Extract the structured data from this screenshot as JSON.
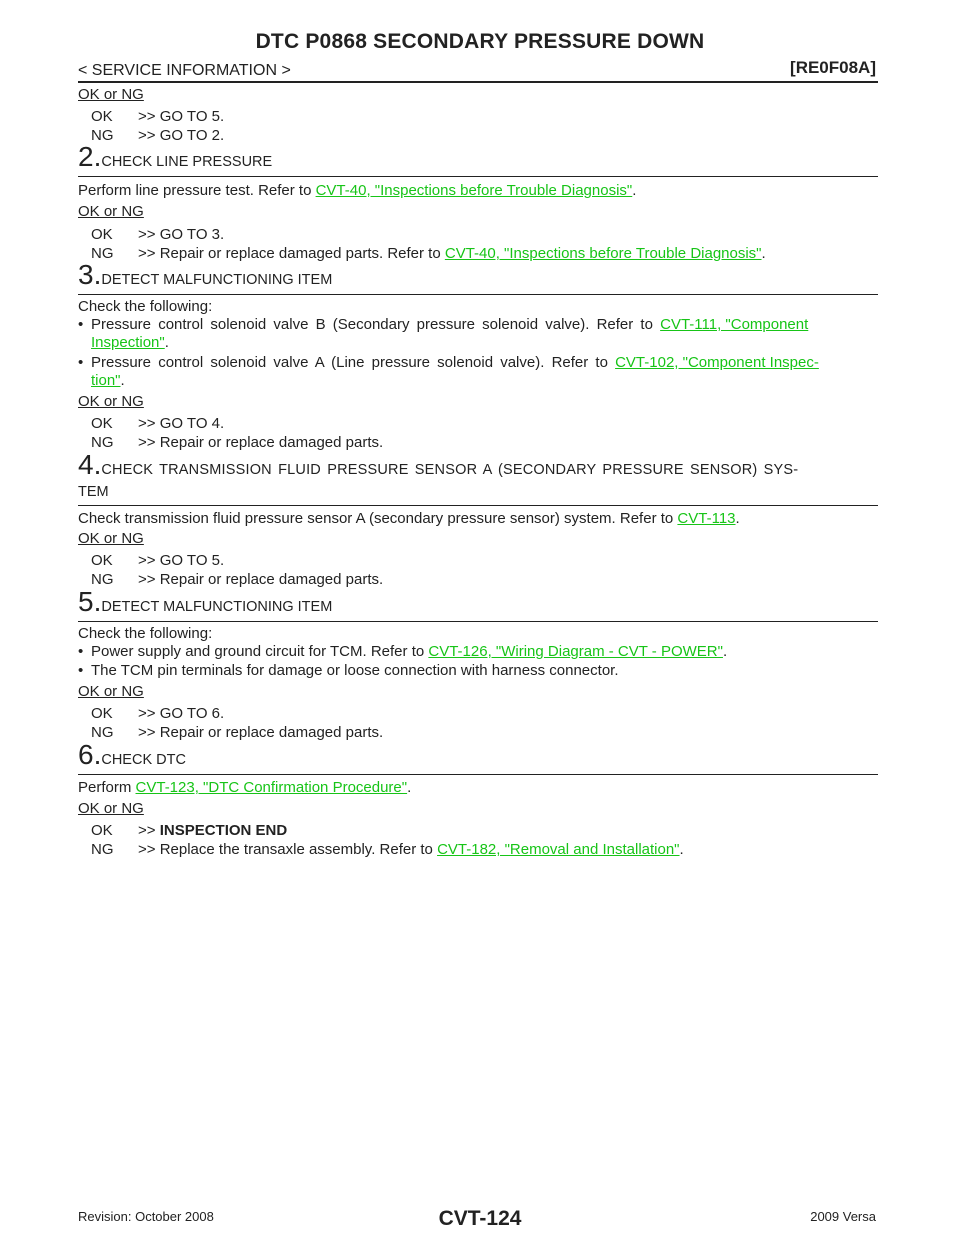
{
  "header": {
    "title": "DTC P0868 SECONDARY PRESSURE DOWN",
    "section": "< SERVICE INFORMATION >",
    "code": "[RE0F08A]"
  },
  "okng_label": "OK or NG",
  "arrow": ">>",
  "top": {
    "ok_key": "OK",
    "ok_text": "GO TO 5.",
    "ng_key": "NG",
    "ng_text": "GO TO 2."
  },
  "step2": {
    "num": "2.",
    "title": "CHECK LINE PRESSURE",
    "text_pre": "Perform line pressure test. Refer to ",
    "link": "CVT-40, \"Inspections before Trouble Diagnosis\"",
    "text_post": ".",
    "ok_key": "OK",
    "ok_text": "GO TO 3.",
    "ng_key": "NG",
    "ng_text_pre": "Repair or replace damaged parts. Refer to ",
    "ng_link": "CVT-40, \"Inspections before Trouble Diagnosis\"",
    "ng_text_post": "."
  },
  "step3": {
    "num": "3.",
    "title": "DETECT MALFUNCTIONING ITEM",
    "intro": "Check the following:",
    "b1_text": "Pressure control solenoid valve B (Secondary pressure solenoid valve). Refer to ",
    "b1_link_a": "CVT-111, \"Component",
    "b1_link_b": "Inspection\"",
    "b2_text": "Pressure control solenoid valve A (Line pressure solenoid valve). Refer to ",
    "b2_link_a": "CVT-102, \"Component Inspec-",
    "b2_link_b": "tion\"",
    "ok_key": "OK",
    "ok_text": "GO TO 4.",
    "ng_key": "NG",
    "ng_text": "Repair or replace damaged parts."
  },
  "step4": {
    "num": "4.",
    "title_a": "CHECK TRANSMISSION FLUID PRESSURE SENSOR A (SECONDARY PRESSURE SENSOR) SYS-",
    "title_b": "TEM",
    "text_pre": "Check transmission fluid pressure sensor A (secondary pressure sensor) system. Refer to ",
    "link": "CVT-113",
    "ok_key": "OK",
    "ok_text": "GO TO 5.",
    "ng_key": "NG",
    "ng_text": "Repair or replace damaged parts."
  },
  "step5": {
    "num": "5.",
    "title": "DETECT MALFUNCTIONING ITEM",
    "intro": "Check the following:",
    "b1_text": "Power supply and ground circuit for TCM. Refer to ",
    "b1_link": "CVT-126, \"Wiring Diagram - CVT - POWER\"",
    "b2_text": "The TCM pin terminals for damage or loose connection with harness connector.",
    "ok_key": "OK",
    "ok_text": "GO TO 6.",
    "ng_key": "NG",
    "ng_text": "Repair or replace damaged parts."
  },
  "step6": {
    "num": "6.",
    "title": "CHECK DTC",
    "text_pre": "Perform ",
    "link": "CVT-123, \"DTC Confirmation Procedure\"",
    "ok_key": "OK",
    "ok_text": "INSPECTION END",
    "ng_key": "NG",
    "ng_text_pre": "Replace the transaxle assembly. Refer to ",
    "ng_link": "CVT-182, \"Removal and Installation\""
  },
  "footer": {
    "revision": "Revision: October 2008",
    "page": "CVT-124",
    "model": "2009 Versa"
  },
  "colors": {
    "link": "#17c417",
    "text": "#222222"
  }
}
